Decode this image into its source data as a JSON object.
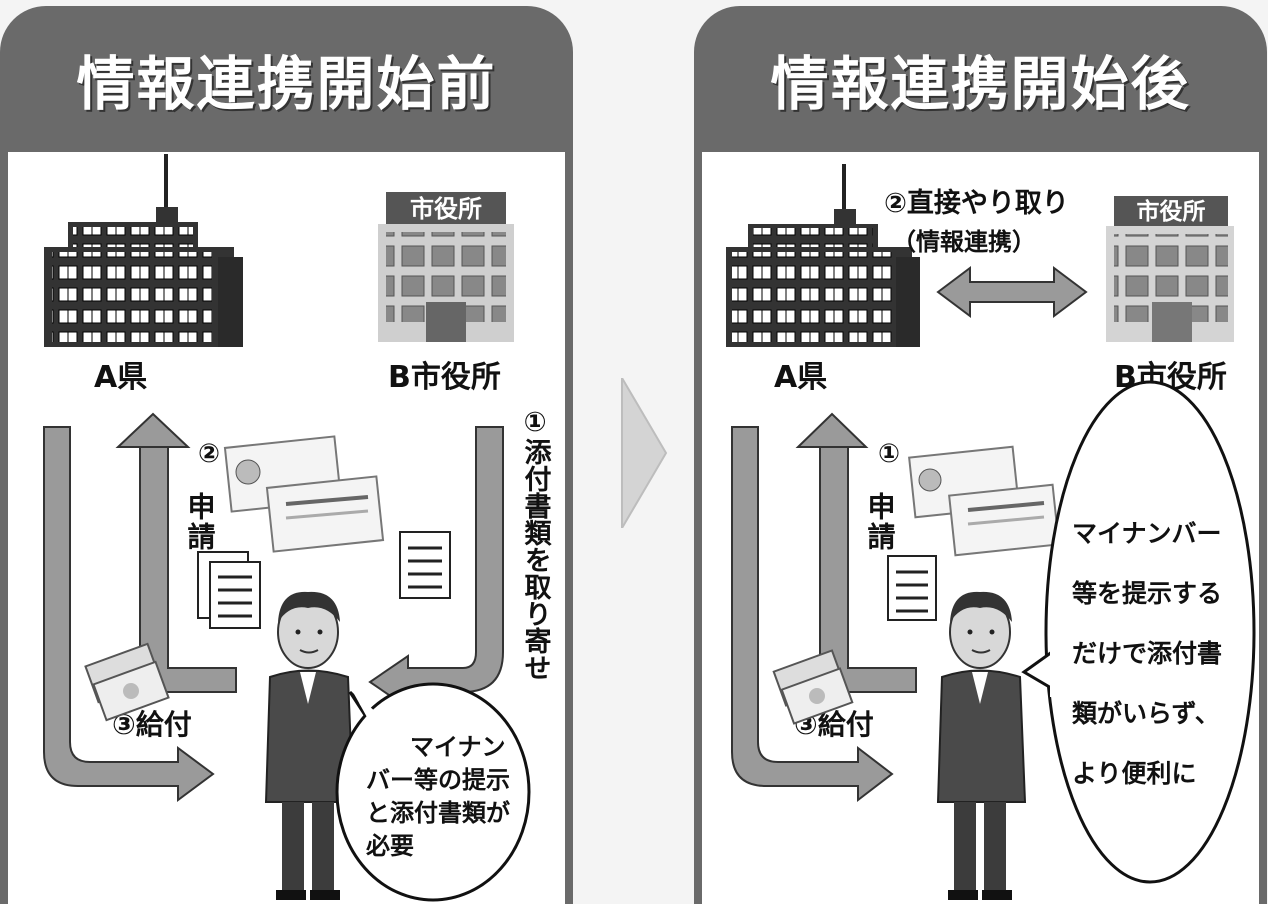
{
  "before": {
    "title": "情報連携開始前",
    "city_sign": "市役所",
    "pref_label": "A県",
    "city_label": "B市役所",
    "step1": "①添付書類を取り寄せ",
    "step2_num": "②",
    "step2_text": "申請",
    "step3": "③給付",
    "bubble_lines": [
      "マイナン",
      "バー等の提示",
      "と添付書類が",
      "必要"
    ]
  },
  "after": {
    "title": "情報連携開始後",
    "city_sign": "市役所",
    "pref_label": "A県",
    "city_label": "B市役所",
    "exchange_line1": "②直接やり取り",
    "exchange_line2": "（情報連携）",
    "step1_num": "①",
    "step1_text": "申請",
    "step3": "③給付",
    "bubble_lines": [
      "マイナンバー",
      "等を提示する",
      "だけで添付書",
      "類がいらず、",
      "より便利に"
    ]
  },
  "colors": {
    "panel": "#6a6a6a",
    "arrow": "#9a9a9a",
    "building_dark": "#333333",
    "building_light": "#c9c9c9"
  }
}
